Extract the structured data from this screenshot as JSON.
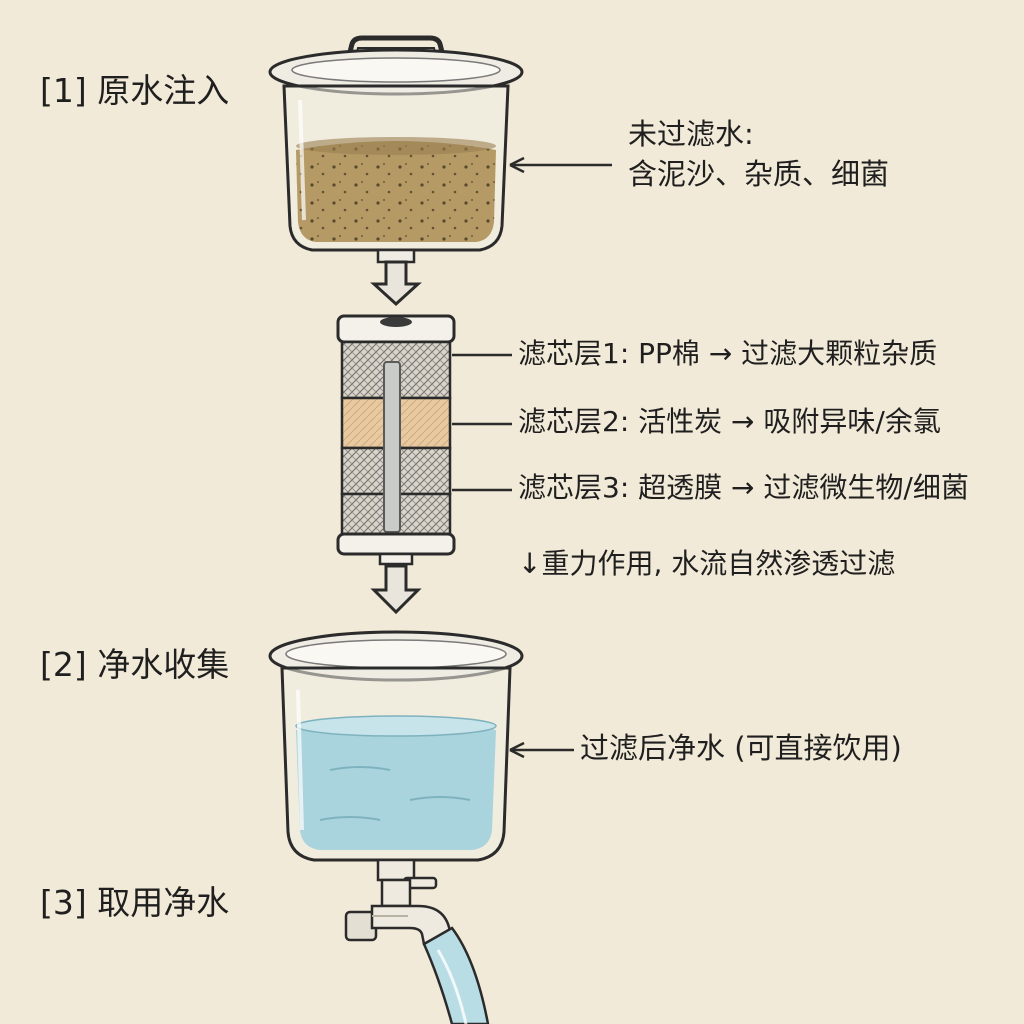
{
  "steps": {
    "step1": "[1] 原水注入",
    "step2": "[2] 净水收集",
    "step3": "[3] 取用净水"
  },
  "raw_water": {
    "line1": "未过滤水:",
    "line2": "含泥沙、杂质、细菌"
  },
  "filter_layers": [
    {
      "label": "滤芯层1: PP棉 → 过滤大颗粒杂质"
    },
    {
      "label": "滤芯层2: 活性炭 → 吸附异味/余氯"
    },
    {
      "label": "滤芯层3: 超透膜 → 过滤微生物/细菌"
    }
  ],
  "gravity_note": "↓重力作用, 水流自然渗透过滤",
  "clean_water_note": "过滤后净水 (可直接饮用)",
  "colors": {
    "background": "#f2ead8",
    "muddy_water": "#b59a66",
    "clean_water": "#a9d3dd",
    "carbon_layer": "#e7c9a0",
    "outline": "#2b2b2b"
  }
}
